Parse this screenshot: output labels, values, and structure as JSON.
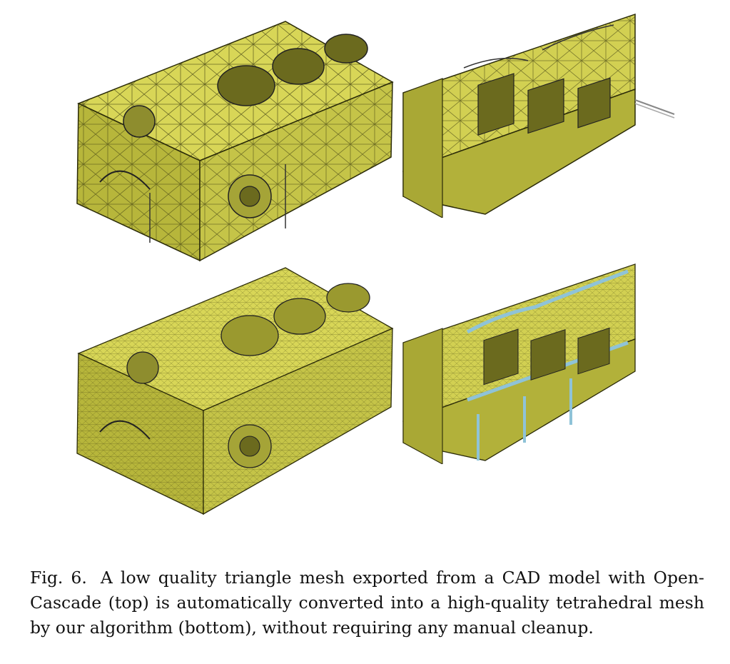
{
  "figure": {
    "panels": [
      {
        "id": "top-left",
        "depicts": "low-quality-triangle-mesh-engine-block",
        "mesh_color": "#c9c84a"
      },
      {
        "id": "top-right",
        "depicts": "low-quality-triangle-mesh-engine-block-cut",
        "mesh_color": "#c9c84a"
      },
      {
        "id": "bottom-left",
        "depicts": "high-quality-tetrahedral-mesh-engine-block",
        "mesh_color": "#c9c84a"
      },
      {
        "id": "bottom-right",
        "depicts": "high-quality-tetrahedral-mesh-engine-block-cut",
        "mesh_color": "#c9c84a",
        "cut_color": "#8fc3d8"
      }
    ]
  },
  "caption": {
    "label": "Fig. 6.",
    "text": "A low quality triangle mesh exported from a CAD model with Open-Cascade (top) is automatically converted into a high-quality tetrahedral mesh by our algorithm (bottom), without requiring any manual cleanup."
  }
}
